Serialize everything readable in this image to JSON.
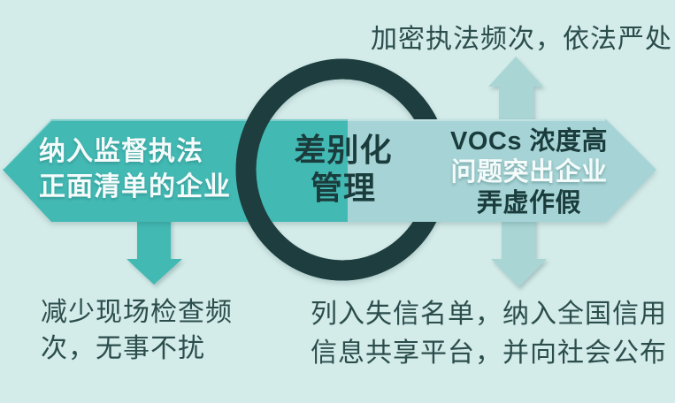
{
  "colors": {
    "bg": "#d3ebe9",
    "band_left": "#43b9b4",
    "band_right": "#a6d4d6",
    "ring": "#1d3d3e",
    "arrow_light": "#a9d6d5",
    "arrow_dark": "#43b9b4",
    "text_white": "#f4fbfa",
    "text_dark": "#2b4d4c",
    "text_darker": "#1b3c3c"
  },
  "top_caption": "加密执法频次，依法严处",
  "left_band": {
    "line1": "纳入监督执法",
    "line2": "正面清单的企业"
  },
  "center_badge": {
    "line1": "差别化",
    "line2": "管理"
  },
  "right_band": {
    "line1": "VOCs 浓度高",
    "line2": "问题突出企业",
    "line3": "弄虚作假"
  },
  "bottom_left_caption": {
    "line1": "减少现场检查频",
    "line2": "次，无事不扰"
  },
  "bottom_right_caption": {
    "line1": "列入失信名单，纳入全国信用",
    "line2": "信息共享平台，并向社会公布"
  },
  "icons": {
    "up_arrow": "up-arrow",
    "down_arrow_left": "down-arrow",
    "down_arrow_right": "down-arrow",
    "ring": "circle-ring",
    "band": "double-pointed-banner"
  }
}
